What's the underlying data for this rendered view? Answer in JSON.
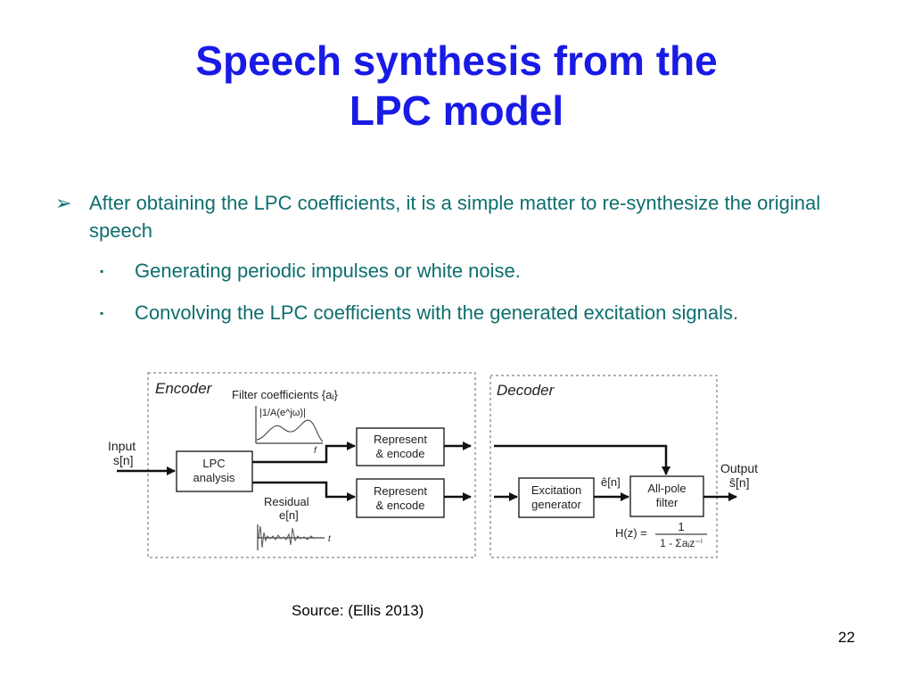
{
  "title": {
    "line1": "Speech synthesis from the",
    "line2": "LPC model"
  },
  "bullets": [
    {
      "marker": "➢",
      "text": "After obtaining the LPC coefficients, it is a simple matter to re-synthesize the original speech"
    }
  ],
  "sub_bullets": [
    {
      "marker": "▪",
      "text": "Generating periodic impulses or white noise."
    },
    {
      "marker": "▪",
      "text": "Convolving the LPC coefficients with the generated excitation signals."
    }
  ],
  "diagram": {
    "encoder_label": "Encoder",
    "decoder_label": "Decoder",
    "input_label": "Input",
    "input_signal": "s[n]",
    "lpc_box": [
      "LPC",
      "analysis"
    ],
    "filter_coeff_label": "Filter coefficients {aᵢ}",
    "spectrum_label": "|1/A(e^jω)|",
    "freq_axis": "f",
    "represent_box": [
      "Represent",
      "& encode"
    ],
    "residual_label": "Residual",
    "residual_signal": "e[n]",
    "time_axis": "t",
    "excitation_box": [
      "Excitation",
      "generator"
    ],
    "ehat_label": "ê[n]",
    "allpole_box": [
      "All-pole",
      "filter"
    ],
    "output_label": "Output",
    "output_signal": "ŝ[n]",
    "transfer_fn": {
      "lhs": "H(z) =",
      "num": "1",
      "den": "1 - Σaᵢz⁻ⁱ"
    }
  },
  "source": "Source: (Ellis 2013)",
  "page_number": "22",
  "colors": {
    "title": "#1a1ae6",
    "body_text": "#0e6e6e",
    "diagram_lines": "#111111",
    "dashed_border": "#888888"
  }
}
